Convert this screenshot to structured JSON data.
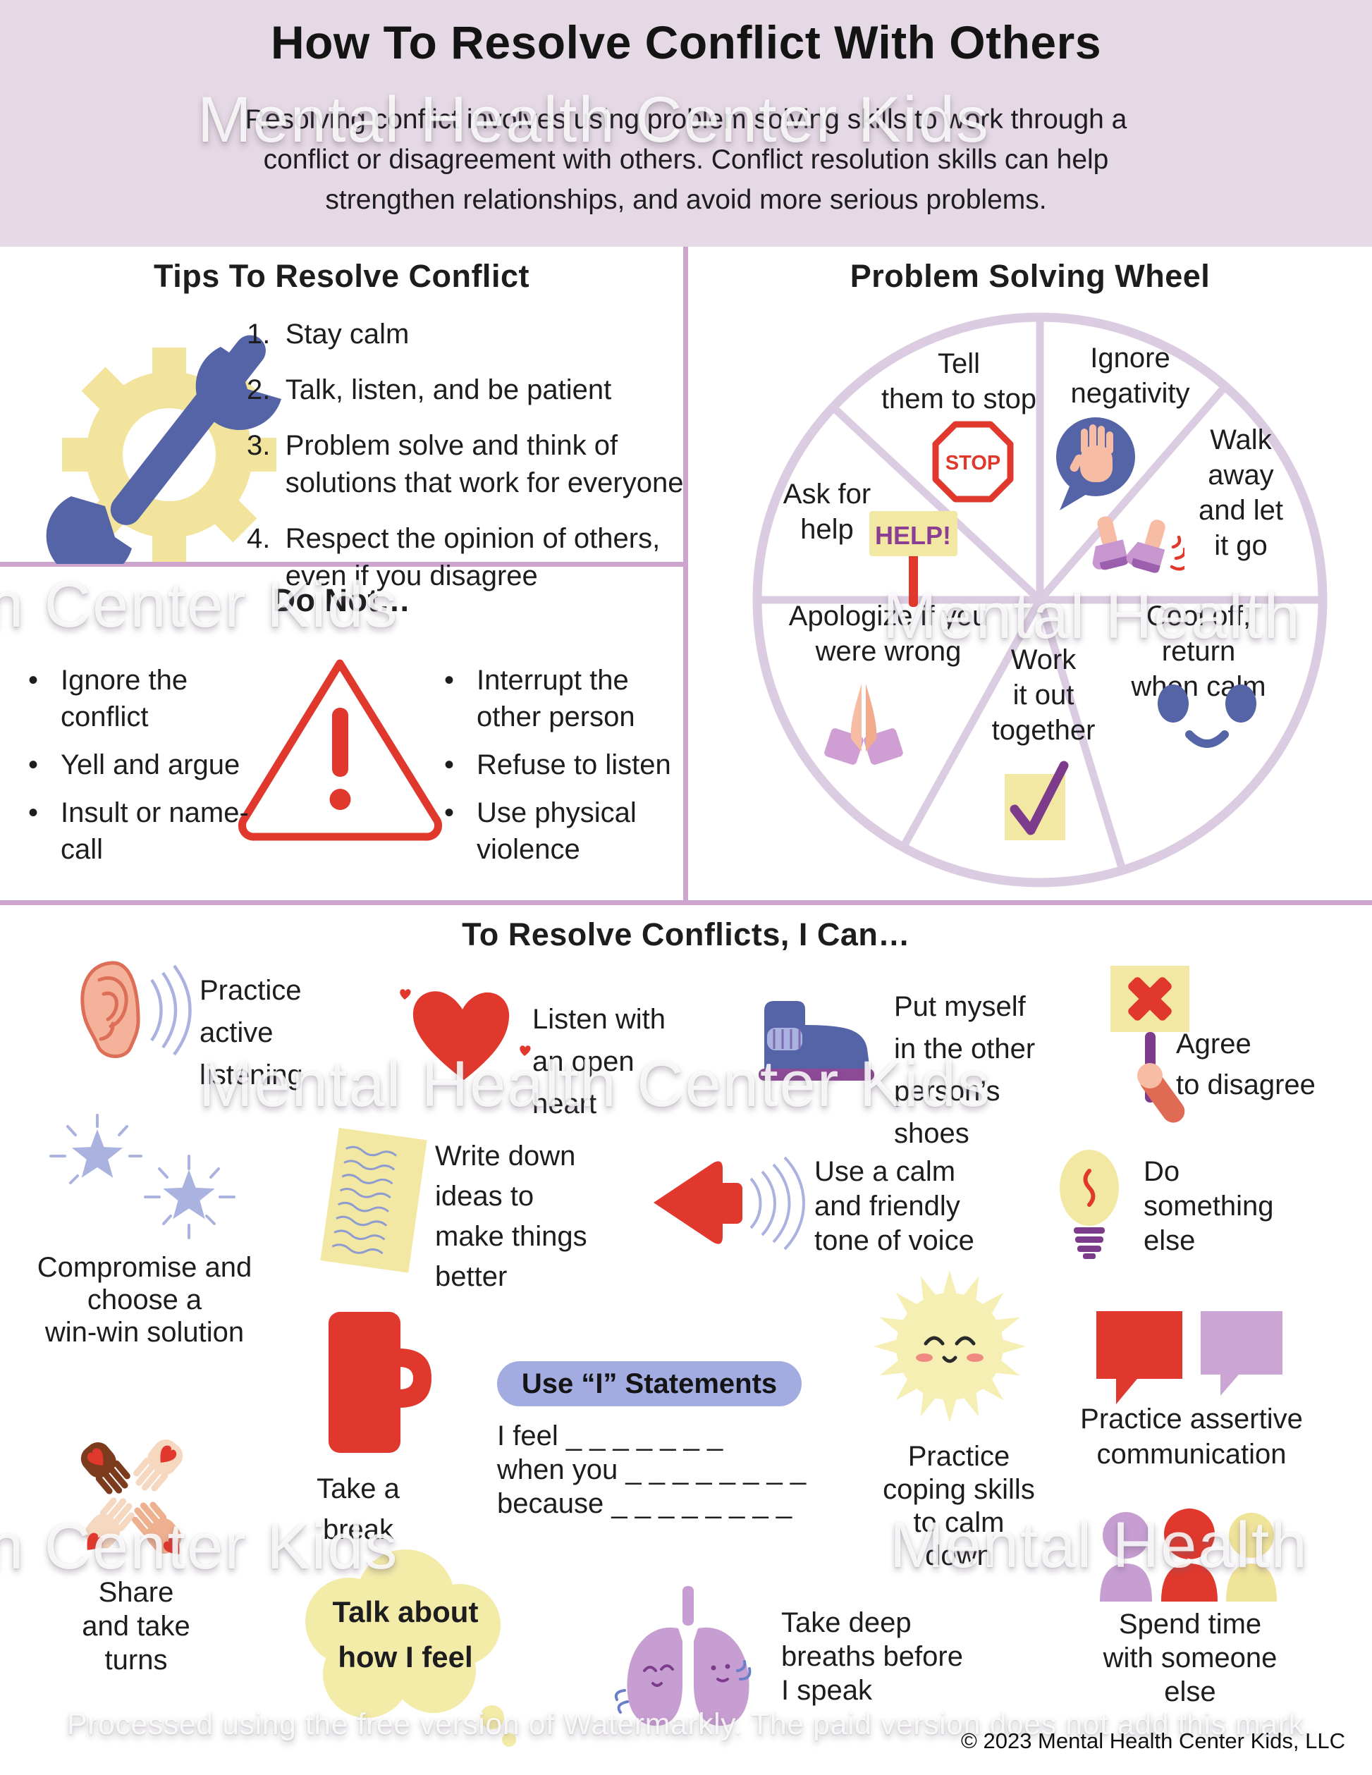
{
  "header": {
    "title": "How To Resolve Conflict With Others",
    "desc_lines": [
      "Resolving conflict involves using problem solving skills to work through a",
      "conflict or disagreement with others.  Conflict resolution skills can help",
      "strengthen relationships, and avoid more serious problems."
    ]
  },
  "watermarks": {
    "full": "Mental Health Center Kids",
    "left_partial": "n Center Kids",
    "right_partial": "Mental Health",
    "footer": "Processed using the free version of Watermarkly. The paid version does not add this mark."
  },
  "tips": {
    "title": "Tips To Resolve Conflict",
    "items": [
      {
        "num": "1.",
        "text": "Stay calm"
      },
      {
        "num": "2.",
        "text": "Talk, listen, and be patient"
      },
      {
        "num": "3.",
        "text": "Problem solve and think of solutions that work for everyone"
      },
      {
        "num": "4.",
        "text": "Respect the opinion of others, even if you disagree"
      }
    ]
  },
  "do_not": {
    "title": "Do Not…",
    "left": [
      "Ignore the conflict",
      "Yell and argue",
      "Insult or name-call"
    ],
    "right": [
      "Interrupt the other person",
      "Refuse to listen",
      "Use physical violence"
    ]
  },
  "wheel": {
    "title": "Problem Solving Wheel",
    "stop_text": "STOP",
    "help_text": "HELP!",
    "segments": [
      {
        "label": "Tell\nthem to stop",
        "icon": "stop-sign"
      },
      {
        "label": "Ignore\nnegativity",
        "icon": "hand-stop"
      },
      {
        "label": "Walk\naway\nand let\nit go",
        "icon": "walking-feet"
      },
      {
        "label": "Ask for\nhelp",
        "icon": "help-sign"
      },
      {
        "label": "Apologize if you\nwere wrong",
        "icon": "praying-hands"
      },
      {
        "label": "Work\nit out\ntogether",
        "icon": "checkmark"
      },
      {
        "label": "Cool off, return\nwhen calm",
        "icon": "smiley-face"
      }
    ]
  },
  "resolve": {
    "title": "To Resolve Conflicts, I Can…",
    "items": {
      "active_listening": "Practice\nactive\nlistening",
      "open_heart": "Listen with\nan open\nheart",
      "other_shoes": "Put myself\nin the other\nperson’s\nshoes",
      "agree_disagree": "Agree\nto disagree",
      "compromise": "Compromise and\nchoose a\nwin-win solution",
      "write_down": "Write down\nideas to\nmake things\nbetter",
      "calm_tone": "Use a calm\nand friendly\ntone of voice",
      "something_else": "Do\nsomething\nelse",
      "take_break": "Take a\nbreak",
      "coping_skills": "Practice\ncoping skills\nto calm\ndown",
      "assertive_comm": "Practice assertive\ncommunication",
      "share_turns": "Share\nand take\nturns",
      "talk_feel": "Talk about\nhow I feel",
      "deep_breaths": "Take deep\nbreaths before\nI speak",
      "spend_time": "Spend time\nwith someone\nelse"
    }
  },
  "i_statements": {
    "pill": "Use “I” Statements",
    "lines": [
      "I feel _ _ _ _ _ _ _",
      "when you _ _ _ _ _ _ _ _",
      "because _ _ _ _ _ _ _ _"
    ]
  },
  "footer": {
    "copyright": "© 2023 Mental Health Center Kids, LLC"
  },
  "colors": {
    "header_bg": "#e5d9e5",
    "divider_pink": "#cda4cd",
    "wheel_stroke": "#dbcce1",
    "red": "#e0382d",
    "yellow": "#f3e8a3",
    "blue": "#5564a7",
    "periwinkle": "#aab3e0",
    "purple": "#7d3b8c",
    "skin": "#f6bda4",
    "lavender": "#c79ed2"
  }
}
